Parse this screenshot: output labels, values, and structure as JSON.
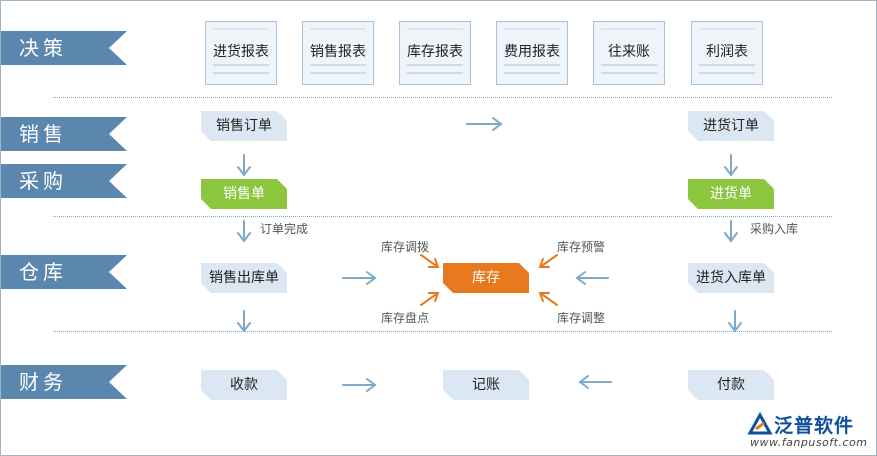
{
  "lanes": {
    "decision": "决策",
    "sales": "销售",
    "purchase": "采购",
    "warehouse": "仓库",
    "finance": "财务"
  },
  "reports": [
    "进货报表",
    "销售报表",
    "库存报表",
    "费用报表",
    "往来账",
    "利润表"
  ],
  "nodes": {
    "sales_order": "销售订单",
    "purchase_order": "进货订单",
    "sales_bill": "销售单",
    "purchase_bill": "进货单",
    "sales_outbound": "销售出库单",
    "inventory": "库存",
    "purchase_inbound": "进货入库单",
    "receipt": "收款",
    "bookkeeping": "记账",
    "payment": "付款"
  },
  "notes": {
    "order_complete": "订单完成",
    "purchase_in": "采购入库",
    "stock_transfer": "库存调拨",
    "stock_alert": "库存预警",
    "stock_count": "库存盘点",
    "stock_adjust": "库存调整"
  },
  "logo": {
    "name": "泛普软件",
    "url": "www.fanpusoft.com"
  },
  "colors": {
    "lane_blue": "#5b86ad",
    "green": "#8cc63f",
    "orange": "#e8791e",
    "light_box": "#dbe8f3",
    "arrow": "#7fa9c9",
    "orange_arrow": "#e8791e"
  }
}
